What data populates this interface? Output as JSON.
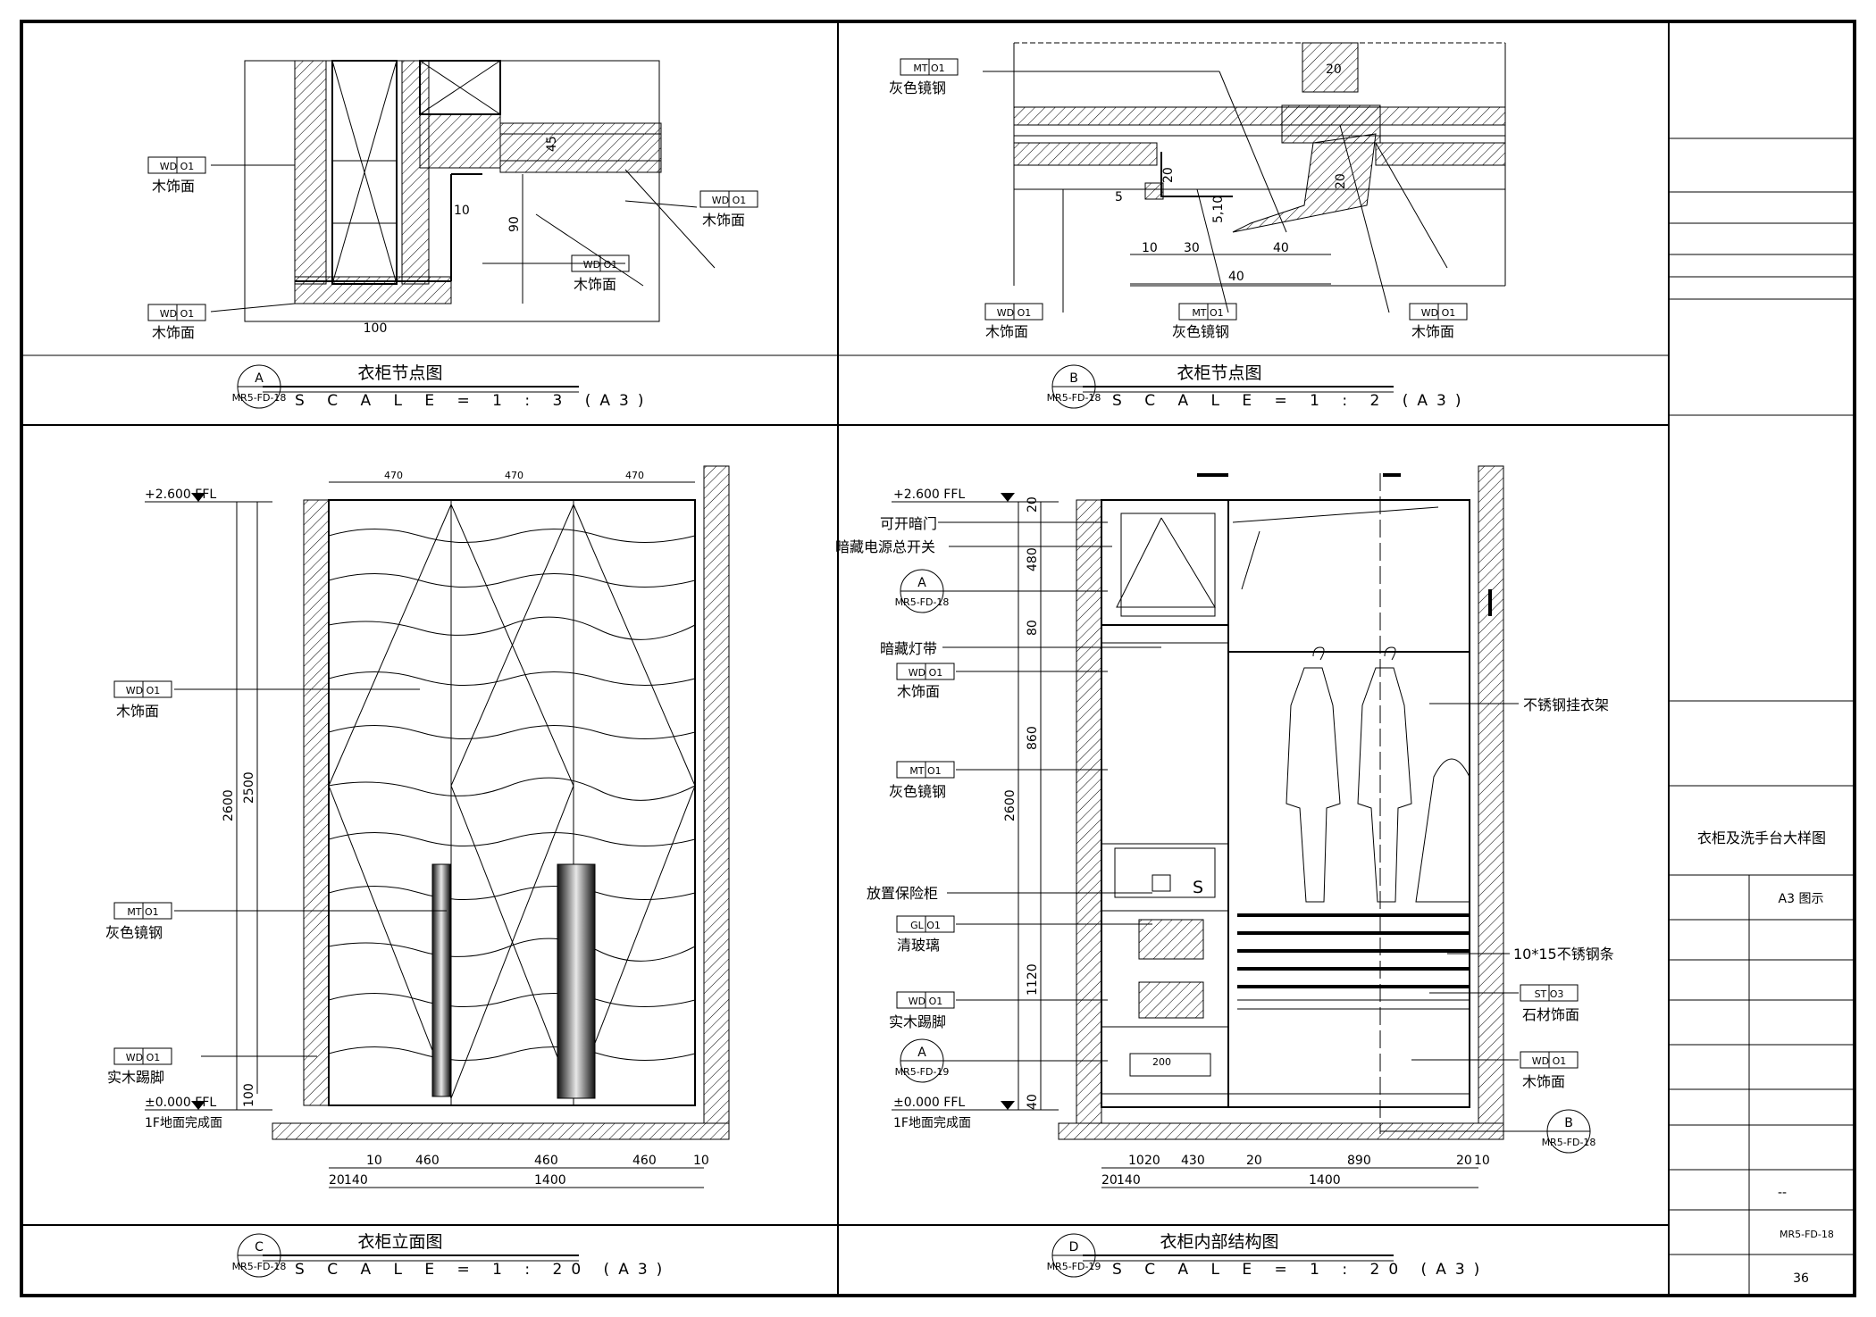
{
  "title_block": {
    "drawing_title": "衣柜及洗手台大样图",
    "paper_note": "A3 图示",
    "dash": "--",
    "drawing_no": "MR5-FD-18",
    "page_no": "36"
  },
  "views": {
    "a": {
      "tag": "A",
      "ref": "MR5-FD-18",
      "title": "衣柜节点图",
      "scale": "S C A L E = 1 : 3 (A3)",
      "labels": {
        "wood1": "木饰面",
        "wood2": "木饰面",
        "wood3": "木饰面",
        "wood4": "木饰面"
      },
      "codes": {
        "c1": "WD O1",
        "c2": "WD O1",
        "c3": "WD O1",
        "c4": "WD O1"
      },
      "dims": {
        "d100": "100",
        "d90": "90",
        "d10": "10",
        "d45": "45"
      }
    },
    "b": {
      "tag": "B",
      "ref": "MR5-FD-18",
      "title": "衣柜节点图",
      "scale": "S C A L E = 1 : 2 (A3)",
      "labels": {
        "mirror1": "灰色镜钢",
        "wood1": "木饰面",
        "mirror2": "灰色镜钢",
        "wood2": "木饰面"
      },
      "codes": {
        "c1": "MT O1",
        "c2": "WD O1",
        "c3": "MT O1",
        "c4": "WD O1"
      },
      "dims": {
        "d20a": "20",
        "d5": "5",
        "d20b": "20",
        "d10": "10",
        "d30": "30",
        "d40a": "40",
        "d40b": "40",
        "d510": "5,10",
        "d20c": "20"
      }
    },
    "c": {
      "tag": "C",
      "ref": "MR5-FD-18",
      "title": "衣柜立面图",
      "scale": "S C A L E = 1 : 20 (A3)",
      "levels": {
        "top": "+2.600 FFL",
        "bottom": "±0.000 FFL",
        "floor": "1F地面完成面"
      },
      "labels": {
        "wood": "木饰面",
        "mirror": "灰色镜钢",
        "skirting": "实木踢脚"
      },
      "codes": {
        "c1": "WD O1",
        "c2": "MT O1",
        "c3": "WD O1"
      },
      "dims": {
        "h2600": "2600",
        "h2500": "2500",
        "h100": "100",
        "w10a": "10",
        "w460a": "460",
        "w460b": "460",
        "w460c": "460",
        "w10b": "10",
        "w20": "20",
        "w140": "140",
        "w1400": "1400",
        "t470a": "470",
        "t470b": "470",
        "t470c": "470"
      }
    },
    "d": {
      "tag": "D",
      "ref": "MR5-FD-19",
      "title": "衣柜内部结构图",
      "scale": "S C A L E = 1 : 20 (A3)",
      "levels": {
        "top": "+2.600 FFL",
        "bottom": "±0.000 FFL",
        "floor": "1F地面完成面"
      },
      "labels": {
        "hidden_door": "可开暗门",
        "switch": "暗藏电源总开关",
        "light": "暗藏灯带",
        "wood1": "木饰面",
        "mirror": "灰色镜钢",
        "safe": "放置保险柜",
        "glass": "清玻璃",
        "skirting": "实木踢脚",
        "rail": "不锈钢挂衣架",
        "bars": "10*15不锈钢条",
        "stone": "石材饰面",
        "wood2": "木饰面"
      },
      "codes": {
        "c1": "WD O1",
        "c2": "MT O1",
        "c3": "GL O1",
        "c4": "WD O1",
        "c5": "ST O3",
        "c6": "WD O1"
      },
      "callouts": {
        "a_tag": "A",
        "a_ref": "MR5-FD-18",
        "a2_tag": "A",
        "a2_ref": "MR5-FD-19",
        "b_tag": "B",
        "b_ref": "MR5-FD-18"
      },
      "dims": {
        "h20": "20",
        "h480": "480",
        "h80": "80",
        "h860": "860",
        "h2600": "2600",
        "h1120": "1120",
        "h40": "40",
        "w10": "10",
        "w20a": "20",
        "w430": "430",
        "w20b": "20",
        "w890": "890",
        "w20c": "20",
        "w10b": "10",
        "w20d": "20",
        "w140": "140",
        "w1400": "1400",
        "w200": "200"
      }
    }
  }
}
